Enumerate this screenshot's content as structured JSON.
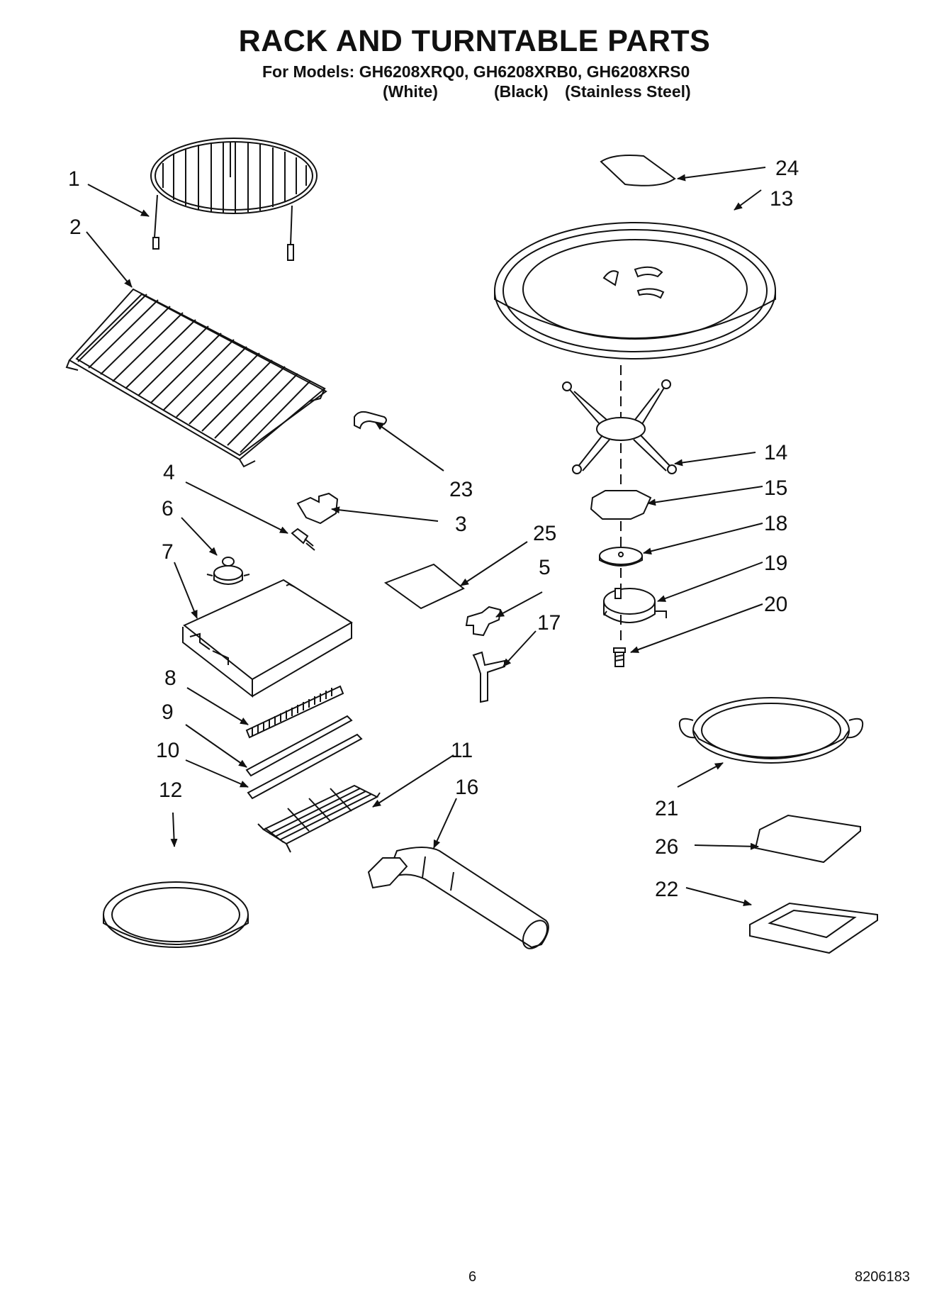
{
  "header": {
    "title": "RACK AND TURNTABLE PARTS",
    "models_line": "For Models: GH6208XRQ0, GH6208XRB0, GH6208XRS0",
    "variants": [
      "(White)",
      "(Black)",
      "(Stainless Steel)"
    ]
  },
  "callouts": [
    "1",
    "2",
    "3",
    "4",
    "5",
    "6",
    "7",
    "8",
    "9",
    "10",
    "11",
    "12",
    "13",
    "14",
    "15",
    "16",
    "17",
    "18",
    "19",
    "20",
    "21",
    "22",
    "23",
    "24",
    "25",
    "26"
  ],
  "footer": {
    "page_number": "6",
    "doc_number": "8206183"
  }
}
